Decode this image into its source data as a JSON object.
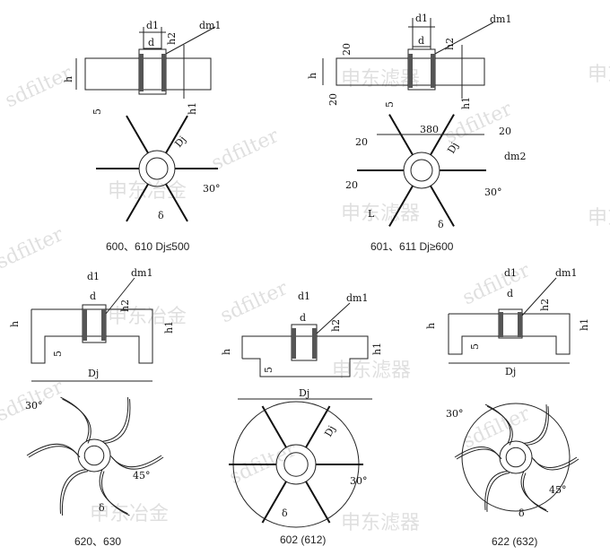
{
  "watermarks": {
    "brand_en": "sdfilter",
    "brand_cn_1": "申东滤器",
    "brand_cn_2": "申东冶金"
  },
  "panels": [
    {
      "caption": "600、610 Dj≤500",
      "side_labels": {
        "d1": "d1",
        "d": "d",
        "dm1": "dm1",
        "h2": "h2",
        "h": "h",
        "five": "5",
        "h1": "h1"
      },
      "top_labels": {
        "Dj": "Dj",
        "angle": "30°",
        "delta": "δ"
      }
    },
    {
      "caption": "601、611 Dj≥600",
      "side_labels": {
        "d1": "d1",
        "d": "d",
        "dm1": "dm1",
        "h2": "h2",
        "twenty_a": "20",
        "h": "h",
        "twenty_b": "20",
        "five": "5",
        "h1": "h1"
      },
      "top_labels": {
        "len": "380",
        "twenty_a": "20",
        "twenty_b": "20",
        "Dj": "Dj",
        "dm2": "dm2",
        "twenty_c": "20",
        "angle": "30°",
        "L": "L",
        "delta": "δ"
      }
    },
    {
      "caption": "620、630",
      "side_labels": {
        "d1": "d1",
        "d": "d",
        "dm1": "dm1",
        "h2": "h2",
        "h": "h",
        "h1": "h1",
        "five": "5",
        "Dj": "Dj"
      },
      "top_labels": {
        "angle1": "30°",
        "angle2": "45°",
        "delta": "δ"
      }
    },
    {
      "caption": "602 (612)",
      "side_labels": {
        "d1": "d1",
        "d": "d",
        "dm1": "dm1",
        "h2": "h2",
        "h": "h",
        "h1": "h1",
        "five": "5",
        "Dj": "Dj"
      },
      "top_labels": {
        "Dj": "Dj",
        "angle": "30°",
        "delta": "δ"
      }
    },
    {
      "caption": "622 (632)",
      "side_labels": {
        "d1": "d1",
        "d": "d",
        "dm1": "dm1",
        "h2": "h2",
        "h": "h",
        "h1": "h1",
        "five": "5",
        "Dj": "Dj"
      },
      "top_labels": {
        "angle1": "30°",
        "angle2": "45°",
        "delta": "δ"
      }
    }
  ]
}
